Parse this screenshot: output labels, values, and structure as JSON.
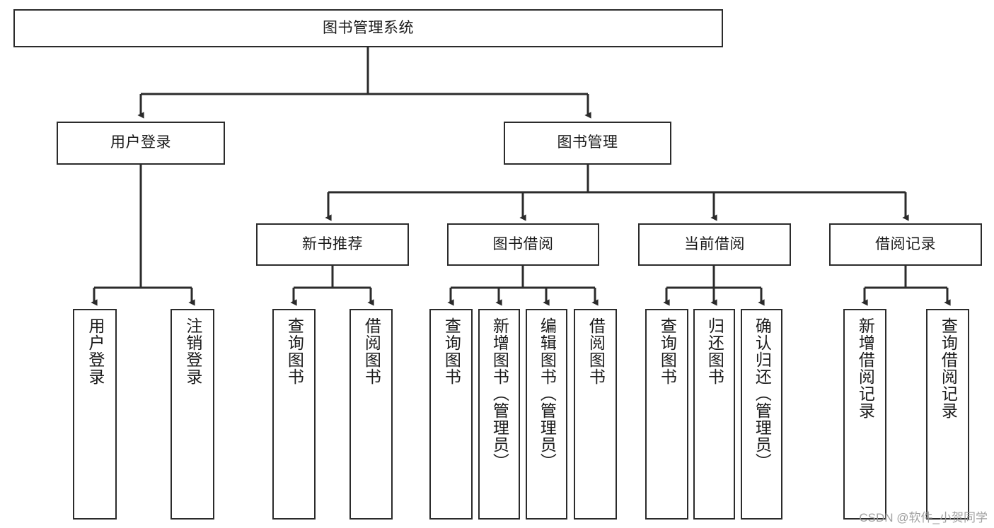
{
  "diagram": {
    "title": "图书管理系统",
    "type": "tree-hierarchy-diagram",
    "theme": {
      "background": "#ffffff",
      "stroke": "#2b2b2b",
      "text": "#1b1b1b",
      "watermark_color": "#9a9a9a"
    },
    "watermark": "CSDN @软件_小贺同学"
  },
  "nodes": {
    "root": {
      "label": "图书管理系统"
    },
    "level2": [
      {
        "label": "用户登录"
      },
      {
        "label": "图书管理"
      }
    ],
    "level3": [
      {
        "label": "新书推荐"
      },
      {
        "label": "图书借阅"
      },
      {
        "label": "当前借阅"
      },
      {
        "label": "借阅记录"
      }
    ],
    "leaves": {
      "user_login": [
        {
          "label": "用户登录"
        },
        {
          "label": "注销登录"
        }
      ],
      "new_book_recommend": [
        {
          "label": "查询图书"
        },
        {
          "label": "借阅图书"
        }
      ],
      "book_borrow": [
        {
          "label": "查询图书"
        },
        {
          "label": "新增图书（管理员）"
        },
        {
          "label": "编辑图书（管理员）"
        },
        {
          "label": "借阅图书"
        }
      ],
      "current_borrow": [
        {
          "label": "查询图书"
        },
        {
          "label": "归还图书"
        },
        {
          "label": "确认归还（管理员）"
        }
      ],
      "borrow_records": [
        {
          "label": "新增借阅记录"
        },
        {
          "label": "查询借阅记录"
        }
      ]
    }
  }
}
